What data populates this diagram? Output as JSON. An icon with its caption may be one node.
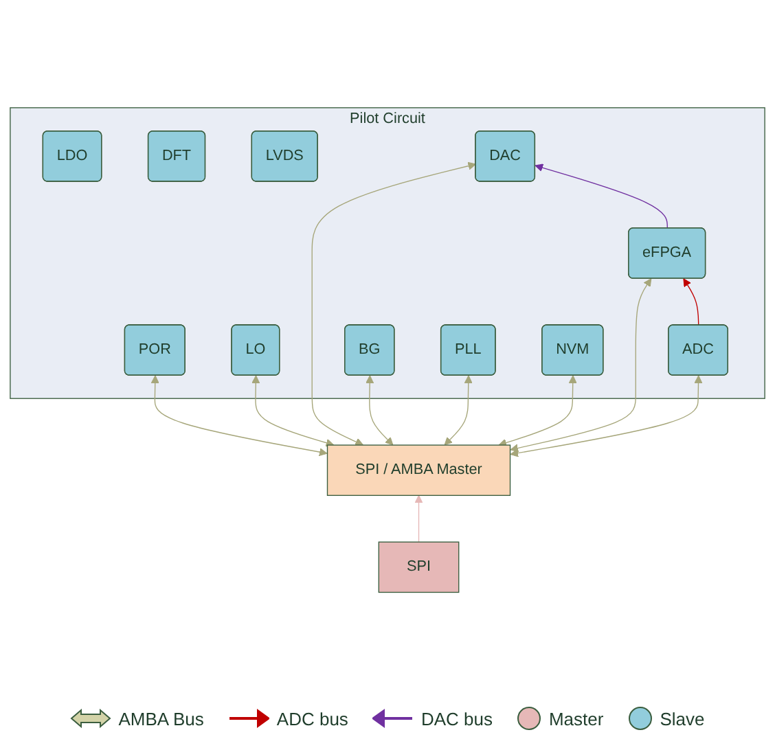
{
  "diagram": {
    "nodes": [
      {
        "text": [
          "Pilot Circuit"
        ]
      },
      {
        "text": [
          "LDO"
        ],
        "in": 0
      },
      {
        "text": [
          "POR"
        ],
        "in": 0
      },
      {
        "text": [
          "LO"
        ],
        "in": 0
      },
      {
        "text": [
          "eFPGA"
        ],
        "in": 0
      },
      {
        "text": [
          "ADC"
        ],
        "in": 0
      },
      {
        "text": [
          "BG"
        ],
        "in": 0
      },
      {
        "text": [
          "DFT"
        ],
        "in": 0
      },
      {
        "text": [
          "LVDS"
        ],
        "in": 0
      },
      {
        "text": [
          "DAC"
        ],
        "in": 0
      },
      {
        "text": [
          "PLL"
        ],
        "in": 0
      },
      {
        "text": [
          "NVM"
        ],
        "in": 0
      },
      {
        "text": [
          "SPI / AMBA Master"
        ]
      },
      {
        "text": [
          "SPI"
        ]
      }
    ],
    "edges": [
      {
        "from": 13,
        "to": 12,
        "arrow": "to",
        "color": "#e6b8b7"
      },
      {
        "from": 12,
        "to": 2,
        "arrow": "both"
      },
      {
        "from": 12,
        "to": 3,
        "arrow": "both"
      },
      {
        "from": 12,
        "to": 4,
        "arrow": "both"
      },
      {
        "from": 12,
        "to": 5,
        "arrow": "both"
      },
      {
        "from": 12,
        "to": 6,
        "arrow": "both"
      },
      {
        "from": 12,
        "to": 9,
        "arrow": "both"
      },
      {
        "from": 12,
        "to": 10,
        "arrow": "both"
      },
      {
        "from": 12,
        "to": 11,
        "arrow": "both"
      },
      {
        "from": 5,
        "to": 4,
        "arrow": "to",
        "color": "#c00000"
      },
      {
        "from": 4,
        "to": 9,
        "arrow": "to",
        "color": "#7030a0"
      }
    ],
    "legend": [
      {
        "text": "AMBA Bus"
      },
      {
        "text": "ADC bus"
      },
      {
        "text": "DAC bus"
      },
      {
        "text": "Master",
        "color": "#e6b8b7"
      },
      {
        "text": "Slave",
        "color": "#92cddc"
      }
    ]
  }
}
